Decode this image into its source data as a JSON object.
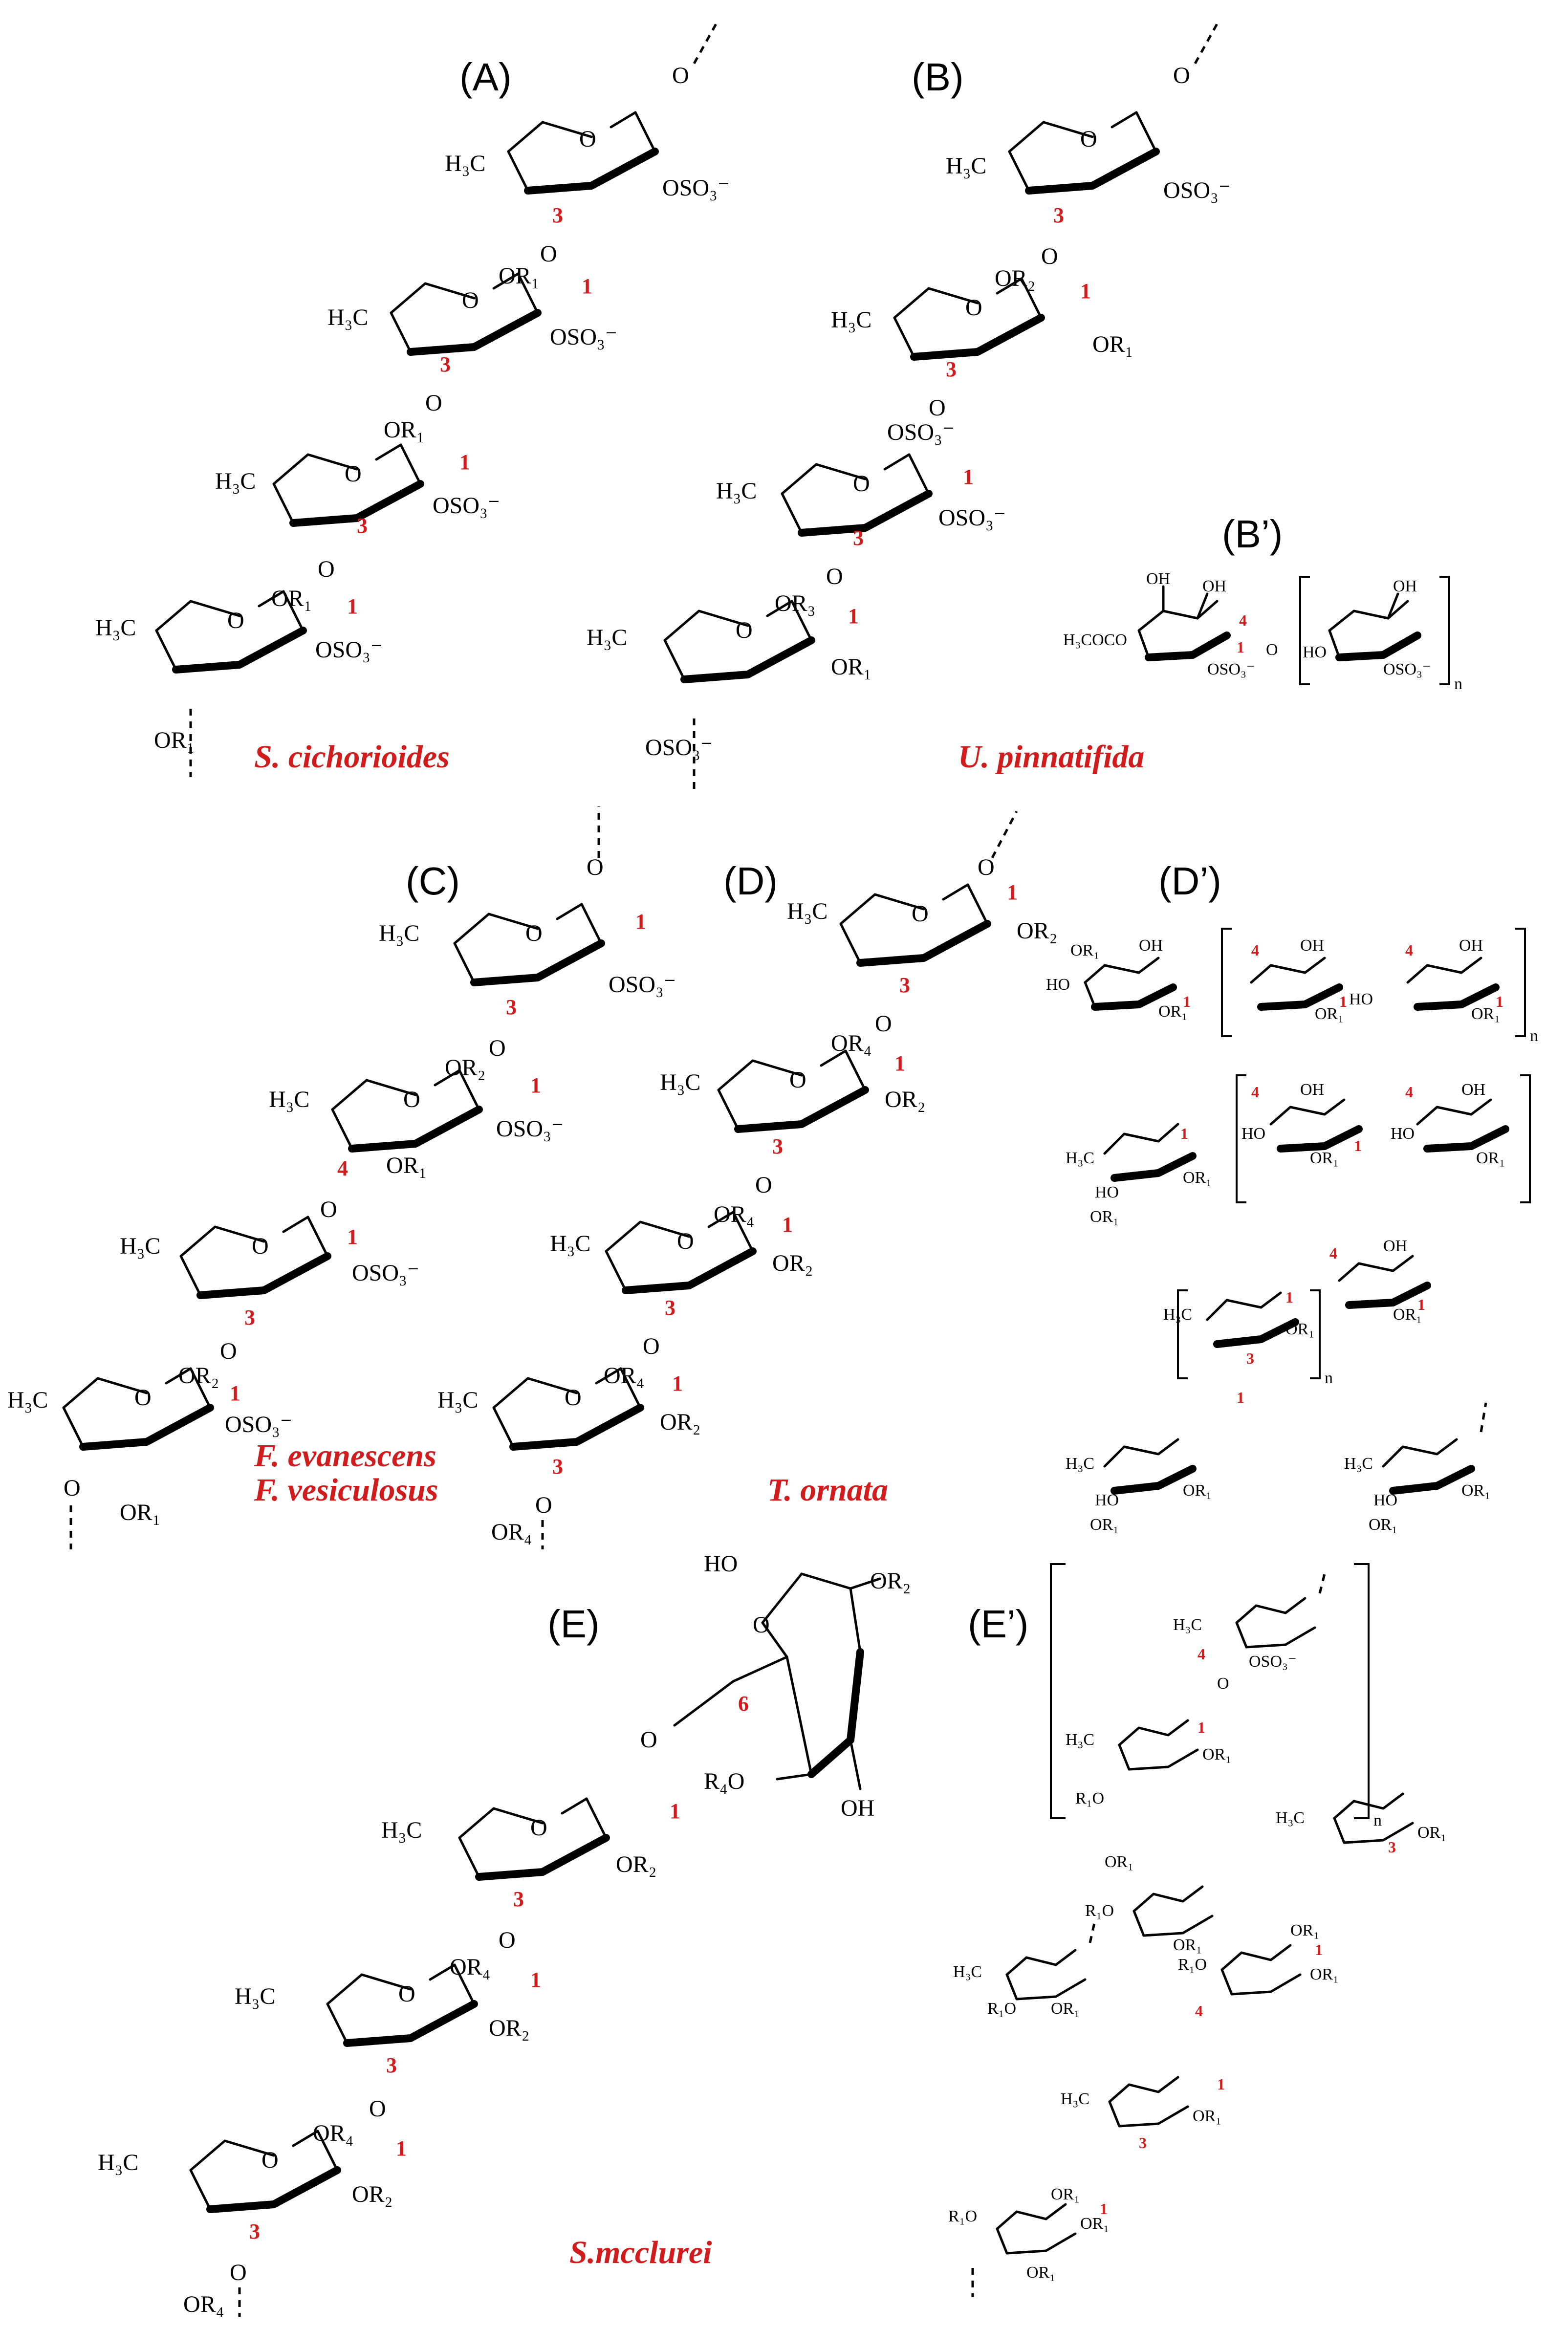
{
  "panels": {
    "A": {
      "label": "(A)",
      "species": "S. cichorioides"
    },
    "B": {
      "label": "(B)",
      "species": "U. pinnatifida"
    },
    "B_prime": {
      "label": "(B’)"
    },
    "C": {
      "label": "(C)",
      "species_1": "F. evanescens",
      "species_2": "F. vesiculosus"
    },
    "D": {
      "label": "(D)",
      "species": "T. ornata"
    },
    "D_prime": {
      "label": "(D’)"
    },
    "E": {
      "label": "(E)",
      "species": "S.mcclurei"
    },
    "E_prime": {
      "label": "(E’)"
    }
  },
  "atoms": {
    "methyl": "H₃C",
    "o": "O",
    "oso3": "OSO₃⁻",
    "or1": "OR₁",
    "or2": "OR₂",
    "or3": "OR₃",
    "or4": "OR₄",
    "r4o": "R₄O",
    "r1o": "R₁O",
    "oh": "OH",
    "ho": "HO",
    "ho_top": "HO",
    "oso3_small": "OSO₃⁻",
    "h3coco": "H₃COCO",
    "n": "n"
  },
  "linkage_numbers": {
    "one": "1",
    "three": "3",
    "four": "4",
    "six": "6"
  }
}
